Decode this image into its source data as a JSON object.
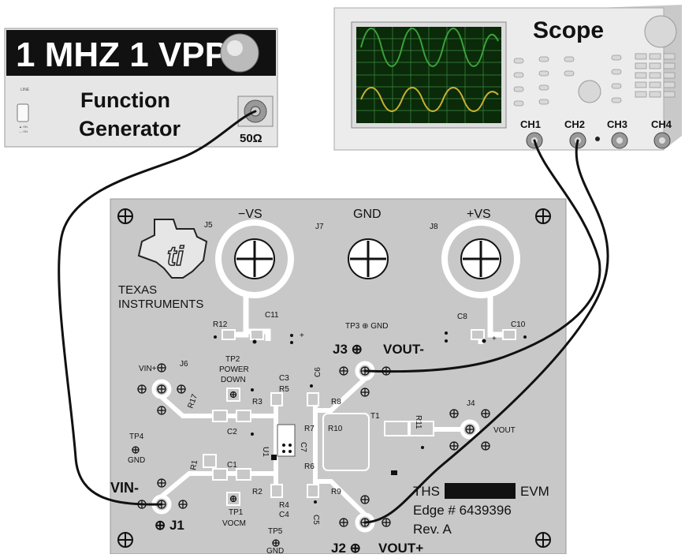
{
  "function_generator": {
    "display": "1 MHZ 1 VPP",
    "title_line1": "Function",
    "title_line2": "Generator",
    "impedance": "50Ω",
    "line_label": "LINE",
    "switch_on": "▲ ON",
    "switch_off": "— ON"
  },
  "scope": {
    "title": "Scope",
    "channels": [
      "CH1",
      "CH2",
      "CH3",
      "CH4"
    ],
    "colors": {
      "trace1": "#3aa33a",
      "trace2": "#c9b030",
      "screen": "#0a2a0a"
    }
  },
  "board": {
    "logo_line1": "TEXAS",
    "logo_line2": "INSTRUMENTS",
    "supply_labels": {
      "neg": "−VS",
      "gnd": "GND",
      "pos": "+VS"
    },
    "jack_labels": {
      "j5": "J5",
      "j7": "J7",
      "j8": "J8"
    },
    "caps": {
      "c11": "C11",
      "c8": "C8",
      "c10": "C10"
    },
    "r12": "R12",
    "tp3": "TP3 ⊕ GND",
    "plus": "+",
    "j3": "J3 ⊕",
    "vout_minus": "VOUT-",
    "j6": "J6",
    "vin_plus": "VIN+",
    "tp2_line1": "TP2",
    "tp2_line2": "POWER",
    "tp2_line3": "DOWN",
    "c3": "C3",
    "r5": "R5",
    "c6": "C6",
    "r17": "R17",
    "r3": "R3",
    "r8": "R8",
    "t1": "T1",
    "r11": "R11",
    "j4": "J4",
    "vout": "VOUT",
    "c2": "C2",
    "r7": "R7",
    "r10": "R10",
    "u1": "U1",
    "c7": "C7",
    "tp4": "TP4",
    "gnd": "GND",
    "r1": "R1",
    "c1": "C1",
    "r6": "R6",
    "vin_minus": "VIN-",
    "r2": "R2",
    "r9": "R9",
    "r4": "R4",
    "c4": "C4",
    "c5": "C5",
    "tp1": "TP1",
    "vocm": "VOCM",
    "j1": "⊕ J1",
    "tp5": "TP5",
    "j2": "J2 ⊕",
    "vout_plus": "VOUT+",
    "ths": "THS",
    "evm": "EVM",
    "edge": "Edge # 6439396",
    "rev": "Rev. A"
  }
}
